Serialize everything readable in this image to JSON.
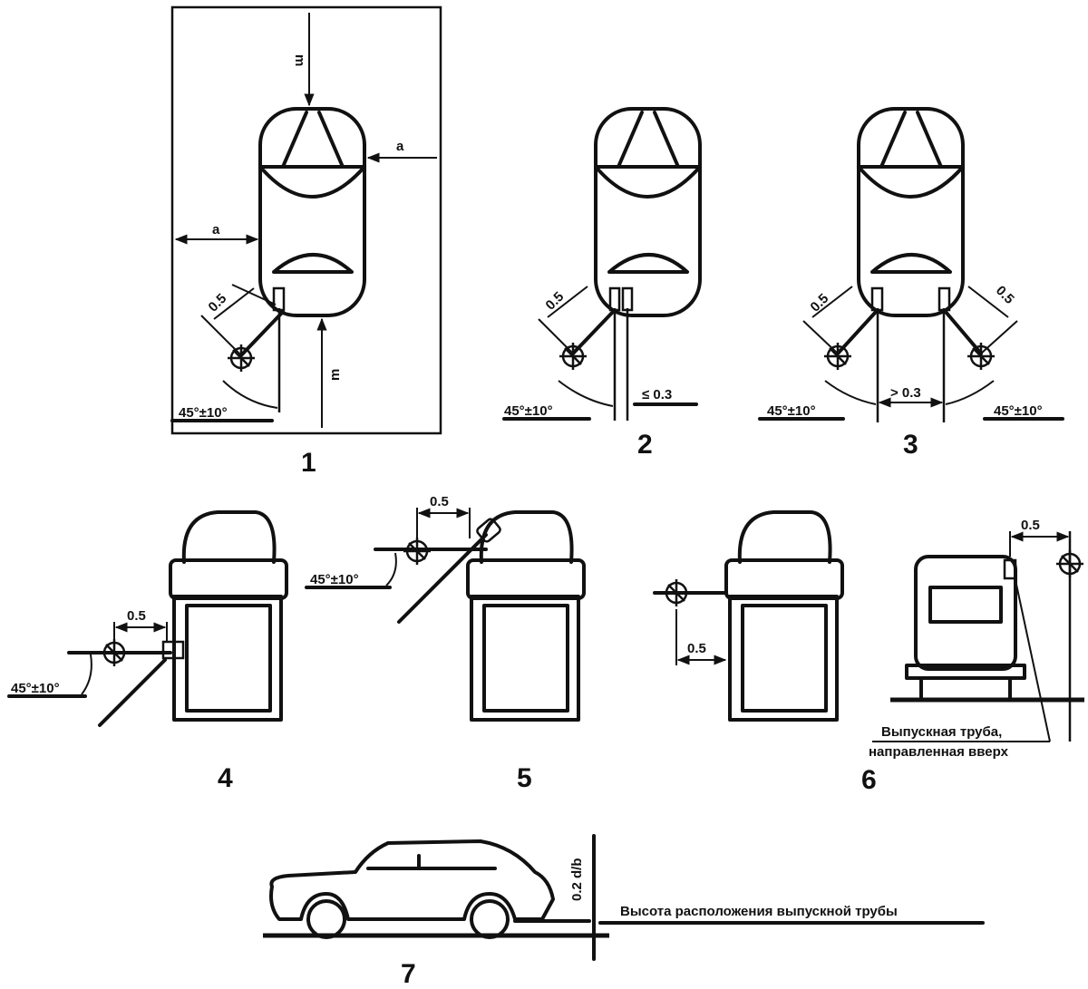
{
  "figures": {
    "f1": {
      "number": "1",
      "dim_top": "m",
      "dim_right": "a",
      "dim_left": "a",
      "dim_probe": "0.5",
      "dim_bottom": "m",
      "angle": "45°±10°"
    },
    "f2": {
      "number": "2",
      "dim_probe": "0.5",
      "angle": "45°±10°",
      "gap": "≤ 0.3"
    },
    "f3": {
      "number": "3",
      "dim_probe_left": "0.5",
      "dim_probe_right": "0.5",
      "angle_left": "45°±10°",
      "angle_right": "45°±10°",
      "gap": "> 0.3"
    },
    "f4": {
      "number": "4",
      "dim_probe": "0.5",
      "angle": "45°±10°"
    },
    "f5": {
      "number": "5",
      "dim_probe": "0.5",
      "angle": "45°±10°"
    },
    "f6": {
      "number": "6",
      "dim_probe_left": "0.5",
      "dim_probe_right": "0.5",
      "note_line1": "Выпускная труба,",
      "note_line2": "направленная вверх"
    },
    "f7": {
      "number": "7",
      "dim_height": "0.2 d/b",
      "note": "Высота расположения выпускной трубы"
    }
  }
}
